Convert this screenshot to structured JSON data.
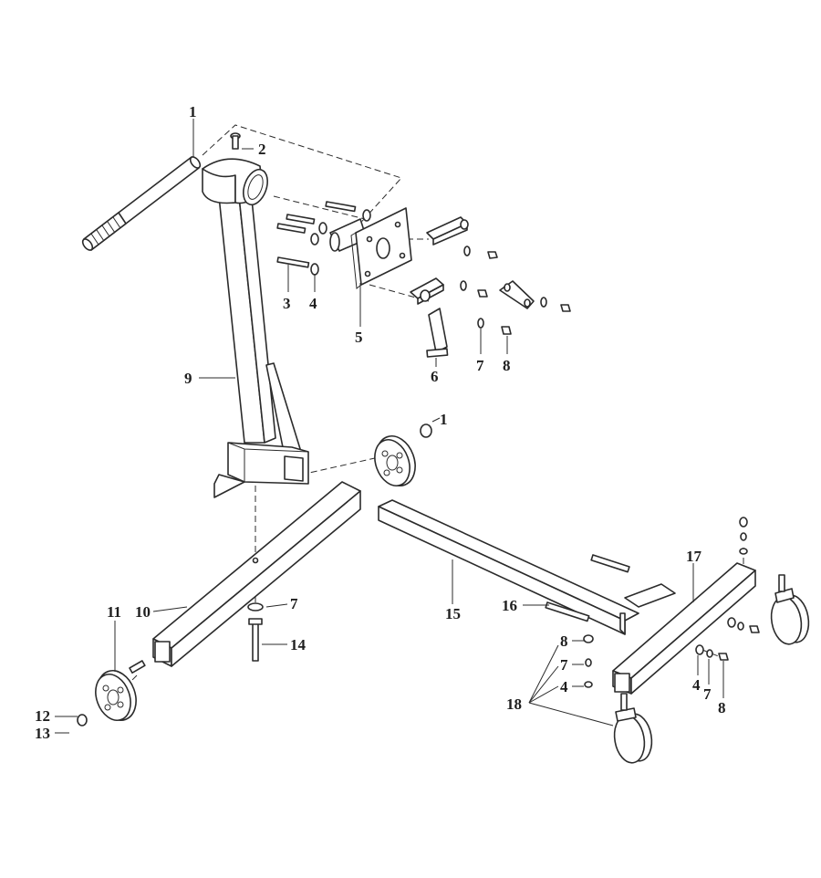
{
  "callouts": {
    "c1_handle": "1",
    "c2_pin": "2",
    "c3_bolt": "3",
    "c4_washer": "4",
    "c5_plate": "5",
    "c6_arm": "6",
    "c7_lockwasher": "7",
    "c8_nut": "8",
    "c9_post": "9",
    "c1_washer_wheel": "1",
    "c10_leg": "10",
    "c7_leg": "7",
    "c11_wheel": "11",
    "c12_washer": "12",
    "c13_pin": "13",
    "c14_bolt": "14",
    "c15_beam": "15",
    "c16_bolt": "16",
    "c17_crossbar": "17",
    "c8_caster": "8",
    "c7_caster": "7",
    "c4_caster": "4",
    "c18_caster": "18",
    "c4_right": "4",
    "c7_right": "7",
    "c8_right": "8"
  }
}
